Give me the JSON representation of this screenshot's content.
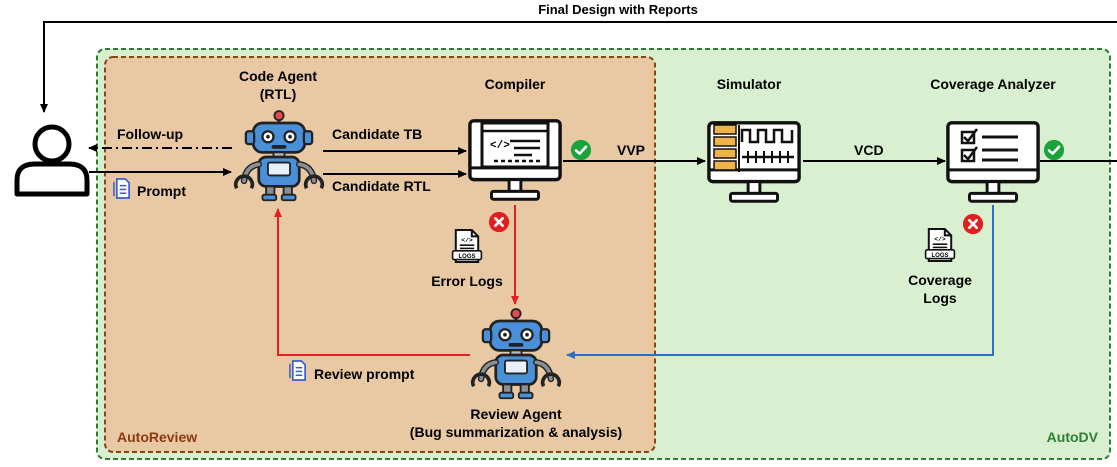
{
  "title": "Final Design with Reports",
  "regions": {
    "autoreview": "AutoReview",
    "autodv": "AutoDV"
  },
  "nodes": {
    "code_agent": [
      "Code Agent",
      "(RTL)"
    ],
    "compiler": "Compiler",
    "simulator": "Simulator",
    "coverage_analyzer": "Coverage Analyzer",
    "review_agent": [
      "Review Agent",
      "(Bug summarization & analysis)"
    ]
  },
  "edges": {
    "follow_up": "Follow-up",
    "prompt": "Prompt",
    "candidate_tb": "Candidate TB",
    "candidate_rtl": "Candidate RTL",
    "vvp": "VVP",
    "vcd": "VCD",
    "error_logs": "Error Logs",
    "coverage_logs": [
      "Coverage",
      "Logs"
    ],
    "review_prompt": "Review prompt"
  },
  "icons": {
    "logs_badge": "LOGS"
  },
  "colors": {
    "autoreview_fill": "#e8c9a4",
    "autoreview_border": "#8b4513",
    "autoreview_text": "#8b3a0f",
    "autodv_fill": "#d9f0d0",
    "autodv_border": "#2e7d32",
    "autodv_text": "#2e7d32",
    "error_arrow": "#e52020",
    "coverage_arrow": "#2e6fc4",
    "robot_body": "#4a90d9",
    "ok": "#1aa33a",
    "fail": "#e02020",
    "doc_icon": "#3b5fc9"
  }
}
